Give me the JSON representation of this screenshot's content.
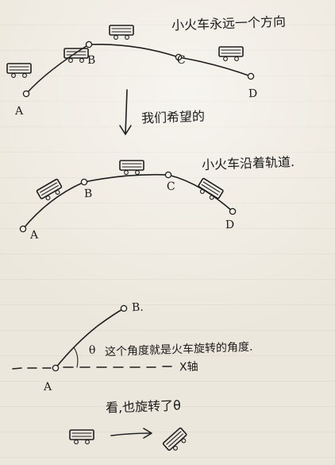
{
  "diagram": {
    "panel_1": {
      "note": "小火车永远一个方向",
      "points": [
        "A",
        "B",
        "C",
        "D"
      ]
    },
    "transition": {
      "note": "我们希望的"
    },
    "panel_2": {
      "note": "小火车沿着轨道.",
      "points": [
        "A",
        "B",
        "C",
        "D"
      ]
    },
    "panel_3": {
      "point_a": "A",
      "point_b": "B.",
      "angle_symbol": "θ",
      "angle_note": "这个角度就是火车旋转的角度.",
      "axis_label": "X轴"
    },
    "panel_4": {
      "note": "看,也旋转了θ"
    }
  }
}
